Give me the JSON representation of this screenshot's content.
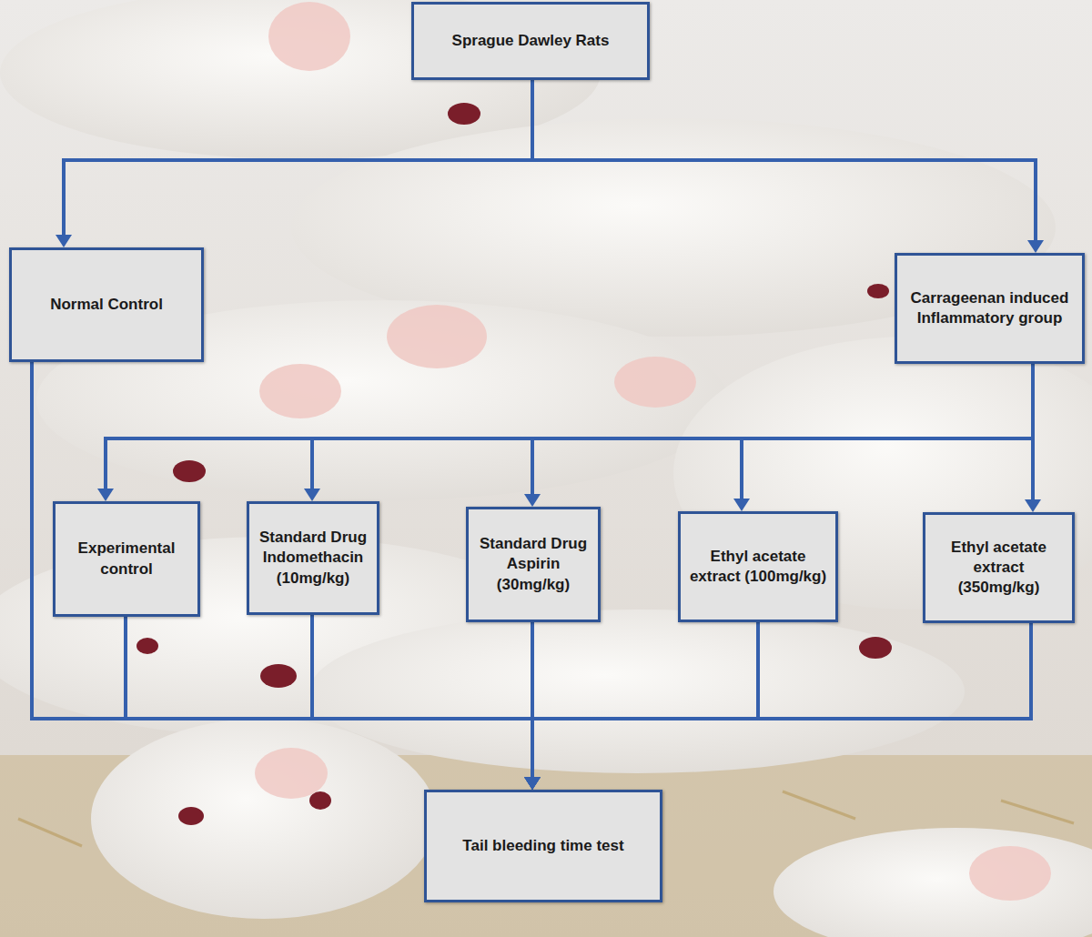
{
  "diagram": {
    "nodes": [
      {
        "text": [
          "Sprague Dawley Rats"
        ]
      },
      {
        "text": [
          "Normal Control"
        ]
      },
      {
        "text": [
          "Carrageenan induced Inflammatory group"
        ]
      },
      {
        "text": [
          "Experimental control"
        ]
      },
      {
        "text": [
          "Standard Drug Indomethacin (10mg/kg)"
        ]
      },
      {
        "text": [
          "Standard Drug Aspirin (30mg/kg)"
        ]
      },
      {
        "text": [
          "Ethyl acetate extract (100mg/kg)"
        ]
      },
      {
        "text": [
          "Ethyl acetate extract (350mg/kg)"
        ]
      },
      {
        "text": [
          "Tail bleeding time test"
        ]
      }
    ],
    "edges": [
      {
        "from": 0,
        "to": 1,
        "arrow": "to"
      },
      {
        "from": 0,
        "to": 2,
        "arrow": "to"
      },
      {
        "from": 2,
        "to": 3,
        "arrow": "to"
      },
      {
        "from": 2,
        "to": 4,
        "arrow": "to"
      },
      {
        "from": 2,
        "to": 5,
        "arrow": "to"
      },
      {
        "from": 2,
        "to": 6,
        "arrow": "to"
      },
      {
        "from": 2,
        "to": 7,
        "arrow": "to"
      },
      {
        "from": 1,
        "to": 8,
        "arrow": "to"
      },
      {
        "from": 3,
        "to": 8,
        "arrow": "to"
      },
      {
        "from": 4,
        "to": 8,
        "arrow": "to"
      },
      {
        "from": 5,
        "to": 8,
        "arrow": "to"
      },
      {
        "from": 6,
        "to": 8,
        "arrow": "to"
      },
      {
        "from": 7,
        "to": 8,
        "arrow": "to"
      }
    ]
  }
}
